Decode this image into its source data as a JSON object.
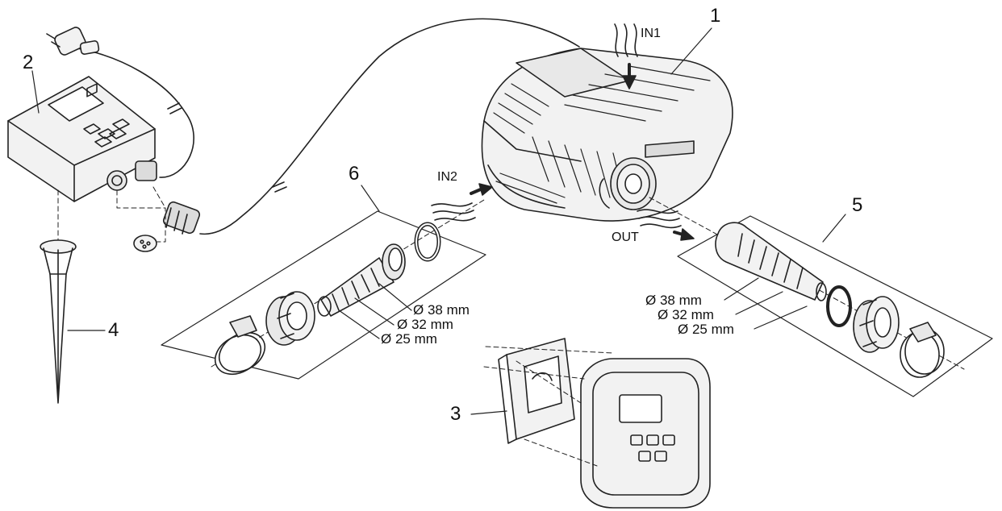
{
  "callouts": [
    "1",
    "2",
    "3",
    "4",
    "5",
    "6"
  ],
  "flow": {
    "in1": "IN1",
    "in2": "IN2",
    "out": "OUT"
  },
  "dims_left": [
    "Ø 38 mm",
    "Ø 32 mm",
    "Ø 25 mm"
  ],
  "dims_right": [
    "Ø 38 mm",
    "Ø 32 mm",
    "Ø 25 mm"
  ],
  "colors": {
    "line": "#222222",
    "fill": "#f2f2f2",
    "shade": "#dcdcdc"
  }
}
